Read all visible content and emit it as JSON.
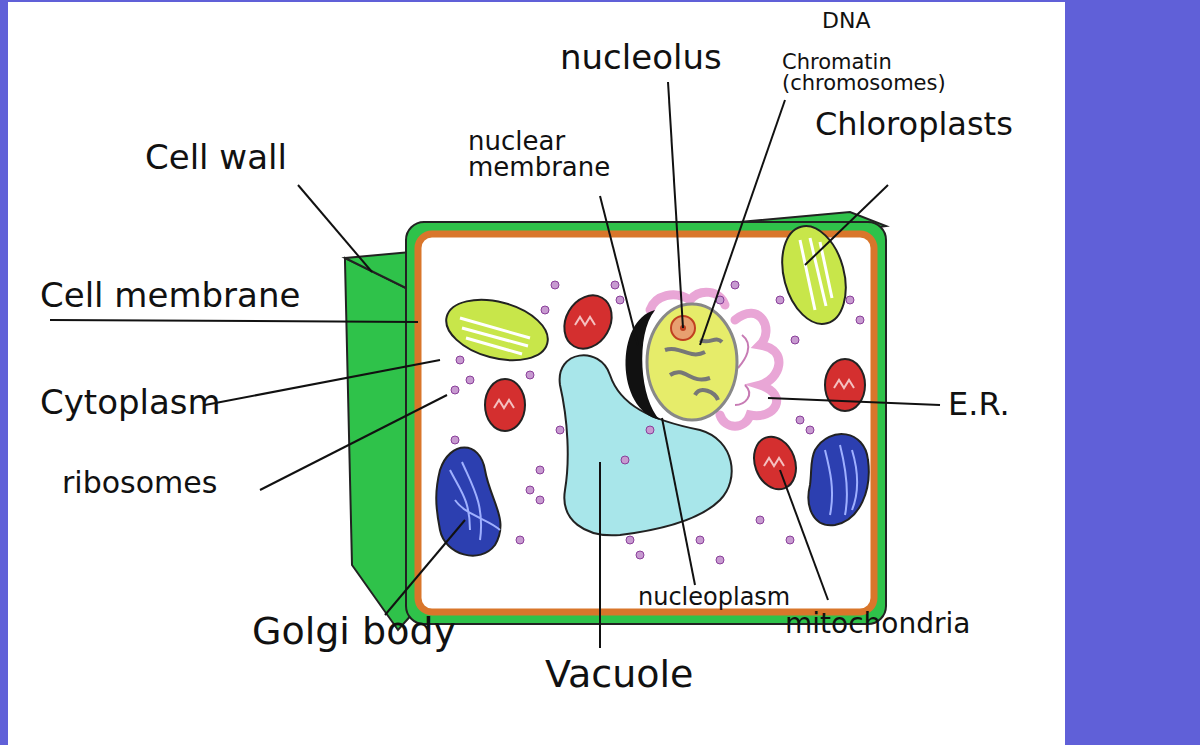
{
  "diagram": {
    "labels": [
      "nucleolus",
      "DNA",
      "Chromatin (chromosomes)",
      "Cell wall",
      "nuclear membrane",
      "Chloroplasts",
      "Cell membrane",
      "Cytoplasm",
      "E.R.",
      "ribosomes",
      "nucleoplasm",
      "mitochondria",
      "Golgi body",
      "Vacuole"
    ]
  }
}
